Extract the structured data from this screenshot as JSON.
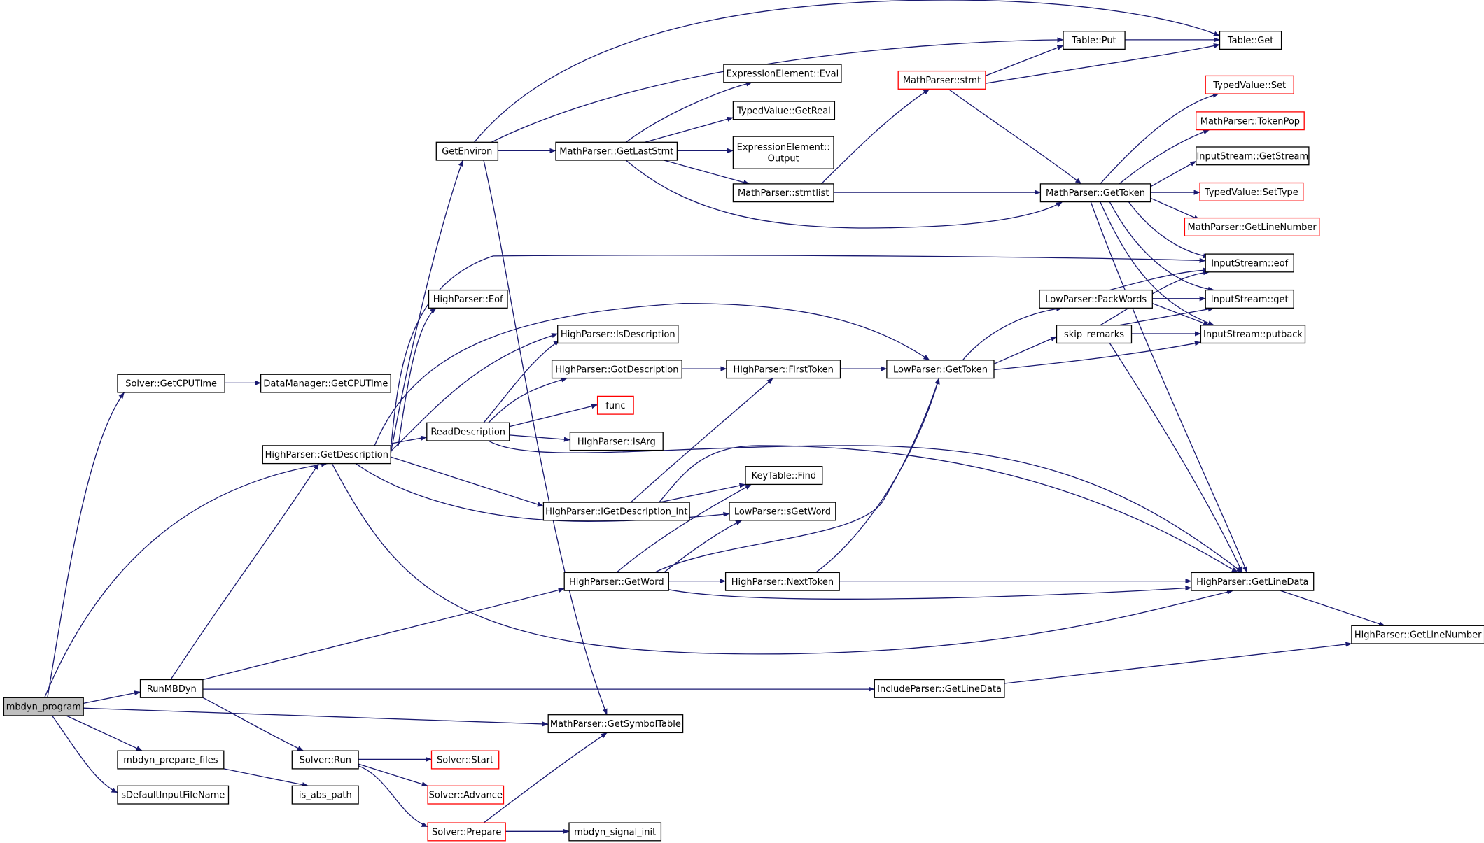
{
  "colors": {
    "edge": "#191970",
    "node_border": "#000000",
    "truncated_border": "#ff0000",
    "root_fill": "#bfbfbf",
    "node_fill": "#ffffff"
  },
  "nodes": [
    {
      "id": "mbdyn_program",
      "label": "mbdyn_program",
      "root": true
    },
    {
      "id": "solver_getcputime",
      "label": "Solver::GetCPUTime"
    },
    {
      "id": "dm_getcputime",
      "label": "DataManager::GetCPUTime"
    },
    {
      "id": "runmbdyn",
      "label": "RunMBDyn"
    },
    {
      "id": "prepare_files",
      "label": "mbdyn_prepare_files"
    },
    {
      "id": "sdefault",
      "label": "sDefaultInputFileName"
    },
    {
      "id": "is_abs_path",
      "label": "is_abs_path"
    },
    {
      "id": "hp_getdescription",
      "label": "HighParser::GetDescription"
    },
    {
      "id": "solver_run",
      "label": "Solver::Run"
    },
    {
      "id": "getenviron",
      "label": "GetEnviron"
    },
    {
      "id": "hp_eof",
      "label": "HighParser::Eof"
    },
    {
      "id": "readdescription",
      "label": "ReadDescription"
    },
    {
      "id": "mp_getlaststmt",
      "label": "MathParser::GetLastStmt"
    },
    {
      "id": "hp_isdescription",
      "label": "HighParser::IsDescription"
    },
    {
      "id": "hp_gotdescription",
      "label": "HighParser::GotDescription"
    },
    {
      "id": "func",
      "label": "func",
      "truncated": true
    },
    {
      "id": "hp_isarg",
      "label": "HighParser::IsArg"
    },
    {
      "id": "hp_igetdescription",
      "label": "HighParser::iGetDescription_int"
    },
    {
      "id": "hp_getword",
      "label": "HighParser::GetWord"
    },
    {
      "id": "mp_getsymboltable",
      "label": "MathParser::GetSymbolTable"
    },
    {
      "id": "solver_start",
      "label": "Solver::Start",
      "truncated": true
    },
    {
      "id": "solver_advance",
      "label": "Solver::Advance",
      "truncated": true
    },
    {
      "id": "solver_prepare",
      "label": "Solver::Prepare",
      "truncated": true
    },
    {
      "id": "signal_init",
      "label": "mbdyn_signal_init"
    },
    {
      "id": "ee_eval",
      "label": "ExpressionElement::Eval"
    },
    {
      "id": "tv_getreal",
      "label": "TypedValue::GetReal"
    },
    {
      "id": "ee_output",
      "label": "ExpressionElement::\nOutput"
    },
    {
      "id": "mp_stmtlist",
      "label": "MathParser::stmtlist"
    },
    {
      "id": "hp_firsttoken",
      "label": "HighParser::FirstToken"
    },
    {
      "id": "keytable_find",
      "label": "KeyTable::Find"
    },
    {
      "id": "lp_sgetword",
      "label": "LowParser::sGetWord"
    },
    {
      "id": "hp_nexttoken",
      "label": "HighParser::NextToken"
    },
    {
      "id": "mp_stmt",
      "label": "MathParser::stmt",
      "truncated": true
    },
    {
      "id": "table_put",
      "label": "Table::Put"
    },
    {
      "id": "table_get",
      "label": "Table::Get"
    },
    {
      "id": "mp_gettoken",
      "label": "MathParser::GetToken"
    },
    {
      "id": "lp_gettoken",
      "label": "LowParser::GetToken"
    },
    {
      "id": "lp_packwords",
      "label": "LowParser::PackWords"
    },
    {
      "id": "skip_remarks",
      "label": "skip_remarks"
    },
    {
      "id": "ip_getlinedata",
      "label": "IncludeParser::GetLineData"
    },
    {
      "id": "tv_set",
      "label": "TypedValue::Set",
      "truncated": true
    },
    {
      "id": "mp_tokenpop",
      "label": "MathParser::TokenPop",
      "truncated": true
    },
    {
      "id": "is_getstream",
      "label": "InputStream::GetStream"
    },
    {
      "id": "tv_settype",
      "label": "TypedValue::SetType",
      "truncated": true
    },
    {
      "id": "mp_getlinenumber",
      "label": "MathParser::GetLineNumber",
      "truncated": true
    },
    {
      "id": "is_eof",
      "label": "InputStream::eof"
    },
    {
      "id": "is_get",
      "label": "InputStream::get"
    },
    {
      "id": "is_putback",
      "label": "InputStream::putback"
    },
    {
      "id": "hp_getlinedata",
      "label": "HighParser::GetLineData"
    },
    {
      "id": "hp_getlinenumber",
      "label": "HighParser::GetLineNumber"
    }
  ]
}
